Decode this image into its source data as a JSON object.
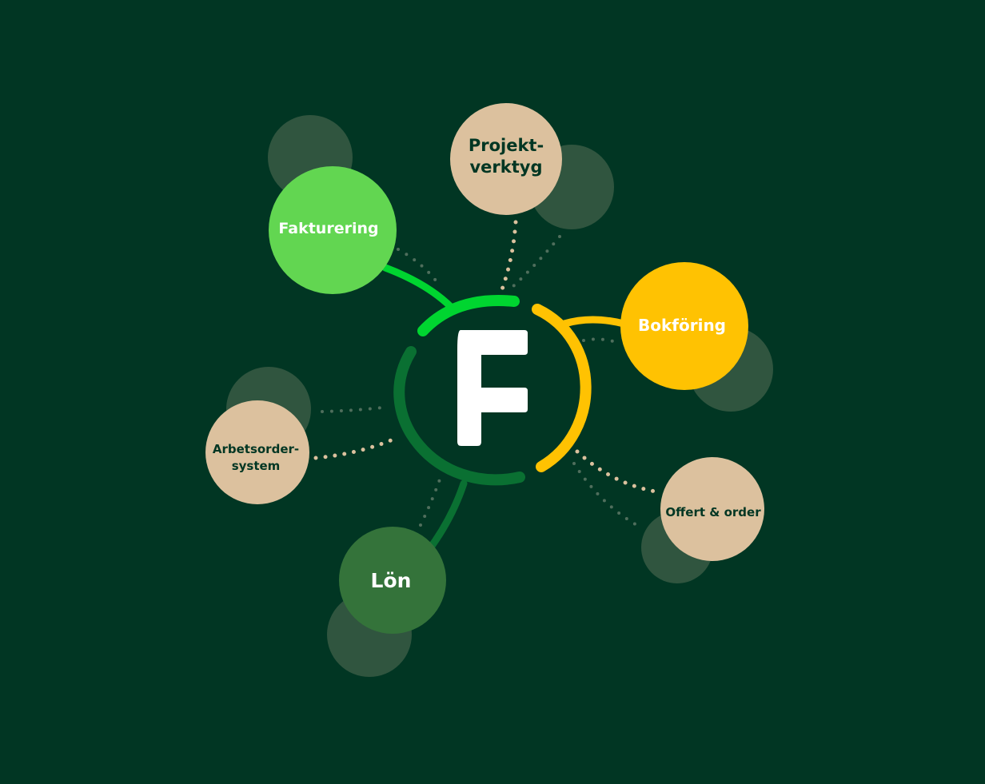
{
  "colors": {
    "background": "#013623",
    "shadow": "#30553f",
    "dots": "#dcc19e",
    "dots_faint": "#4f6e5c",
    "light_green": "#62d651",
    "bright_green": "#00d530",
    "yellow": "#ffc202",
    "beige": "#dcc19e",
    "dark_green": "#34733a",
    "ring_green": "#0a7032",
    "text_dark": "#013623",
    "text_light": "#ffffff"
  },
  "center": {
    "logo_letter": "F",
    "icon": "f-logo-icon"
  },
  "nodes": {
    "fakturering": {
      "label": "Fakturering"
    },
    "projekt": {
      "line1": "Projekt-",
      "line2": "verktyg"
    },
    "bokforing": {
      "label": "Bokföring"
    },
    "arbetsorder": {
      "line1": "Arbetsorder-",
      "line2": "system"
    },
    "lon": {
      "label": "Lön"
    },
    "offert": {
      "label": "Offert & order"
    }
  }
}
